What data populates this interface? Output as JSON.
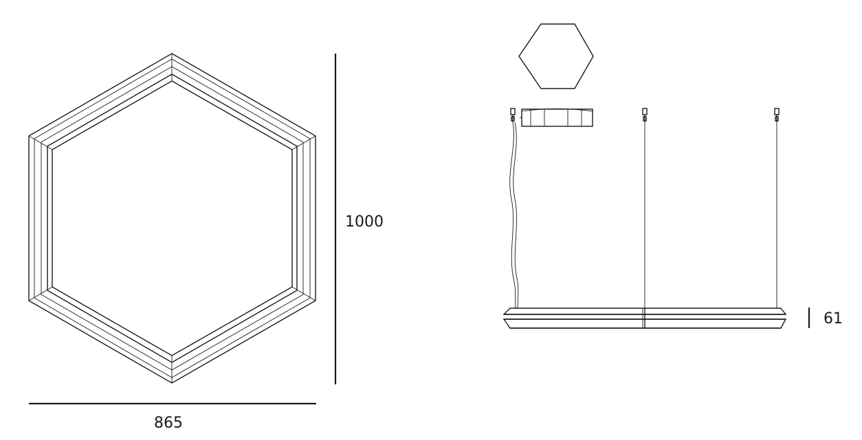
{
  "drawing": {
    "dimensions": {
      "width": "865",
      "height": "1000",
      "body_height": "61"
    },
    "colors": {
      "line": "#1a1a1a",
      "background": "#ffffff"
    }
  }
}
